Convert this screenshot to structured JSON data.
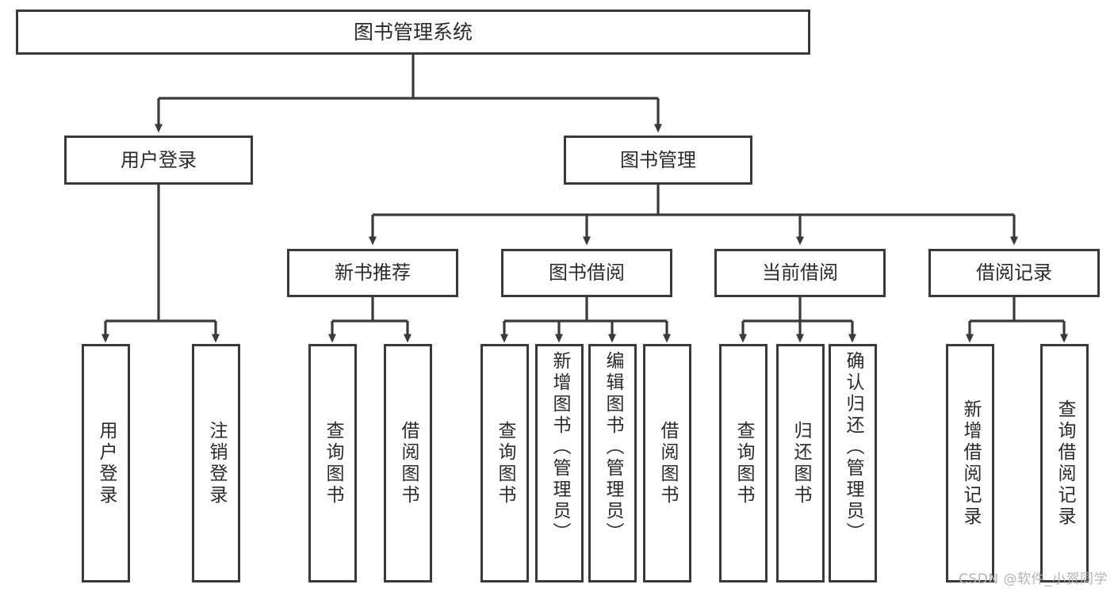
{
  "diagram": {
    "type": "tree-hierarchy-chart",
    "title": "图书管理系统",
    "line_color": "#3a3a3a",
    "text_color": "#2b2b2b",
    "background": "#ffffff",
    "nodes": {
      "root": {
        "label": "图书管理系统"
      },
      "level2": [
        {
          "label": "用户登录"
        },
        {
          "label": "图书管理"
        }
      ],
      "level3": [
        {
          "label": "新书推荐"
        },
        {
          "label": "图书借阅"
        },
        {
          "label": "当前借阅"
        },
        {
          "label": "借阅记录"
        }
      ],
      "leaves": [
        {
          "label": "用户登录"
        },
        {
          "label": "注销登录"
        },
        {
          "label": "查询图书"
        },
        {
          "label": "借阅图书"
        },
        {
          "label": "查询图书"
        },
        {
          "label": "新增图书（管理员）"
        },
        {
          "label": "编辑图书（管理员）"
        },
        {
          "label": "借阅图书"
        },
        {
          "label": "查询图书"
        },
        {
          "label": "归还图书"
        },
        {
          "label": "确认归还（管理员）"
        },
        {
          "label": "新增借阅记录"
        },
        {
          "label": "查询借阅记录"
        }
      ]
    }
  },
  "watermark": {
    "text": "CSDN @软件_小贺同学"
  }
}
